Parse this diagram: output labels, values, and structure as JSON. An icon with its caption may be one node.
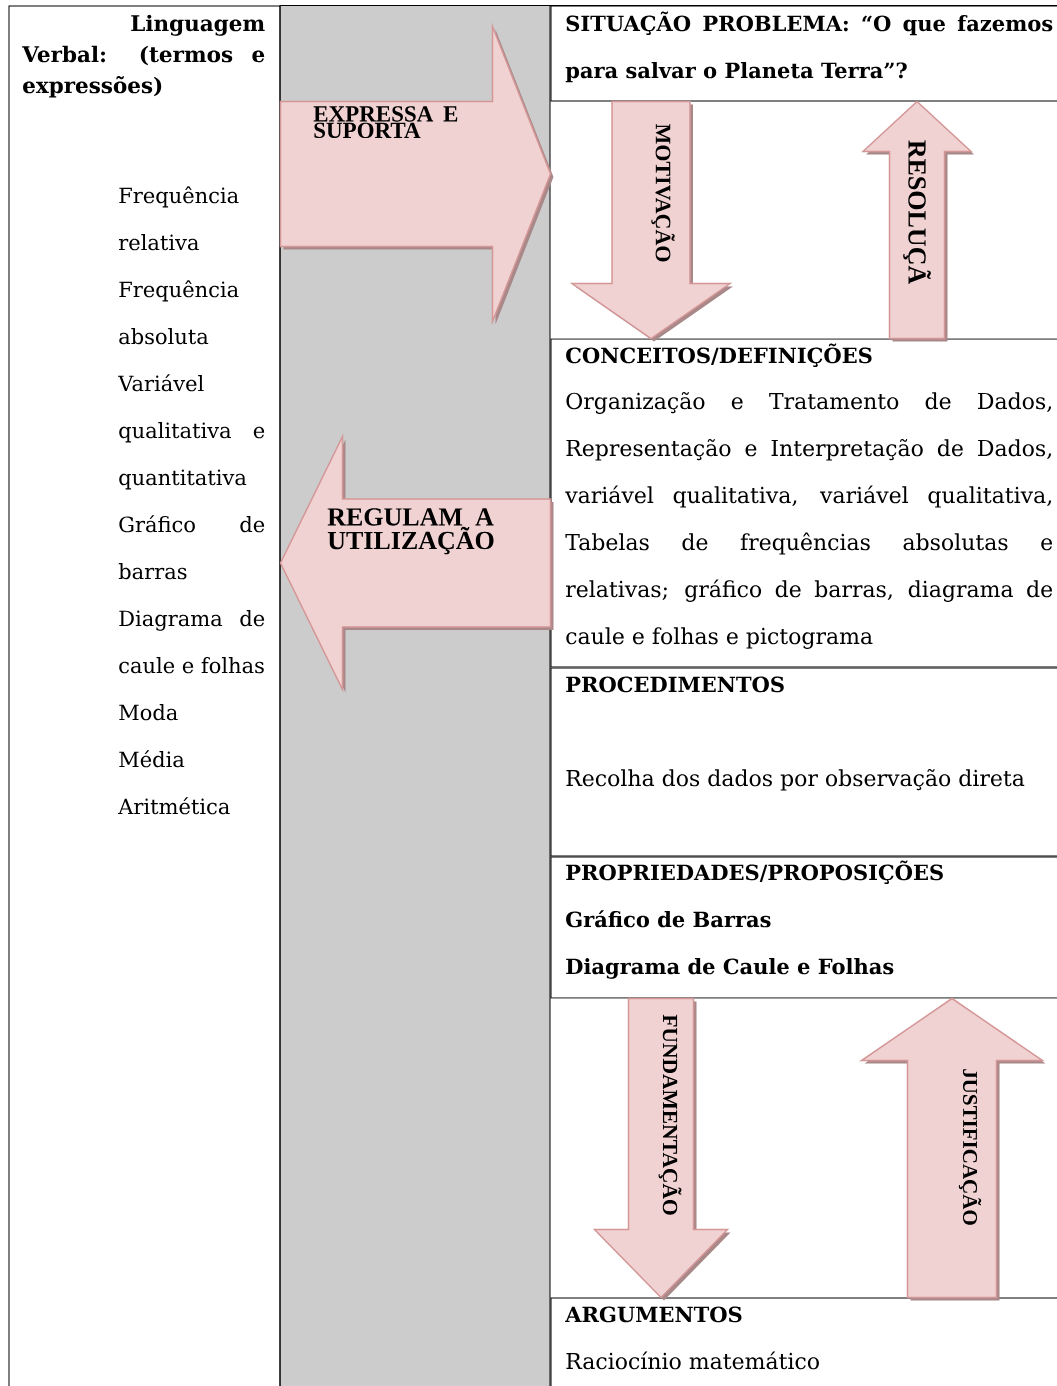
{
  "diagram": {
    "nodes": [
      {
        "text": [
          "Linguagem Verbal: (termos e expressões)",
          "Frequência relativa",
          "Frequência absoluta",
          "Variável qualitativa e quantitativa",
          "Gráfico de barras",
          "Diagrama de caule e folhas",
          "Moda",
          "Média Aritmética"
        ]
      },
      {
        "text": [
          "SITUAÇÃO PROBLEMA: “O que fazemos para salvar o Planeta Terra”?"
        ]
      },
      {
        "text": [
          "CONCEITOS/DEFINIÇÕES",
          "Organização e Tratamento de Dados, Representação e Interpretação de Dados, variável qualitativa, variável qualitativa, Tabelas de frequências absolutas e relativas; gráfico de barras, diagrama de caule e folhas e pictograma"
        ]
      },
      {
        "text": [
          "PROCEDIMENTOS",
          "Recolha dos dados por observação direta"
        ]
      },
      {
        "text": [
          "PROPRIEDADES/PROPOSIÇÕES",
          "Gráfico de Barras",
          "Diagrama de Caule e Folhas"
        ]
      },
      {
        "text": [
          "ARGUMENTOS",
          "Raciocínio matemático"
        ]
      }
    ],
    "edges": [
      {
        "from": 0,
        "to": 1,
        "arrow": "to",
        "label": "EXPRESSA E SUPORTA",
        "style": "thick"
      },
      {
        "from": 2,
        "to": 0,
        "arrow": "to",
        "label": "REGULAM A UTILIZAÇÃO",
        "style": "thick"
      },
      {
        "from": 1,
        "to": 2,
        "arrow": "to",
        "label": "MOTIVAÇÃO",
        "style": "thick"
      },
      {
        "from": 2,
        "to": 1,
        "arrow": "to",
        "label": "RESOLUÇÃ",
        "style": "thick"
      },
      {
        "from": 4,
        "to": 5,
        "arrow": "to",
        "label": "FUNDAMENTAÇÃO",
        "style": "thick"
      },
      {
        "from": 5,
        "to": 4,
        "arrow": "to",
        "label": "JUSTIFICAÇÃO",
        "style": "thick"
      }
    ]
  }
}
